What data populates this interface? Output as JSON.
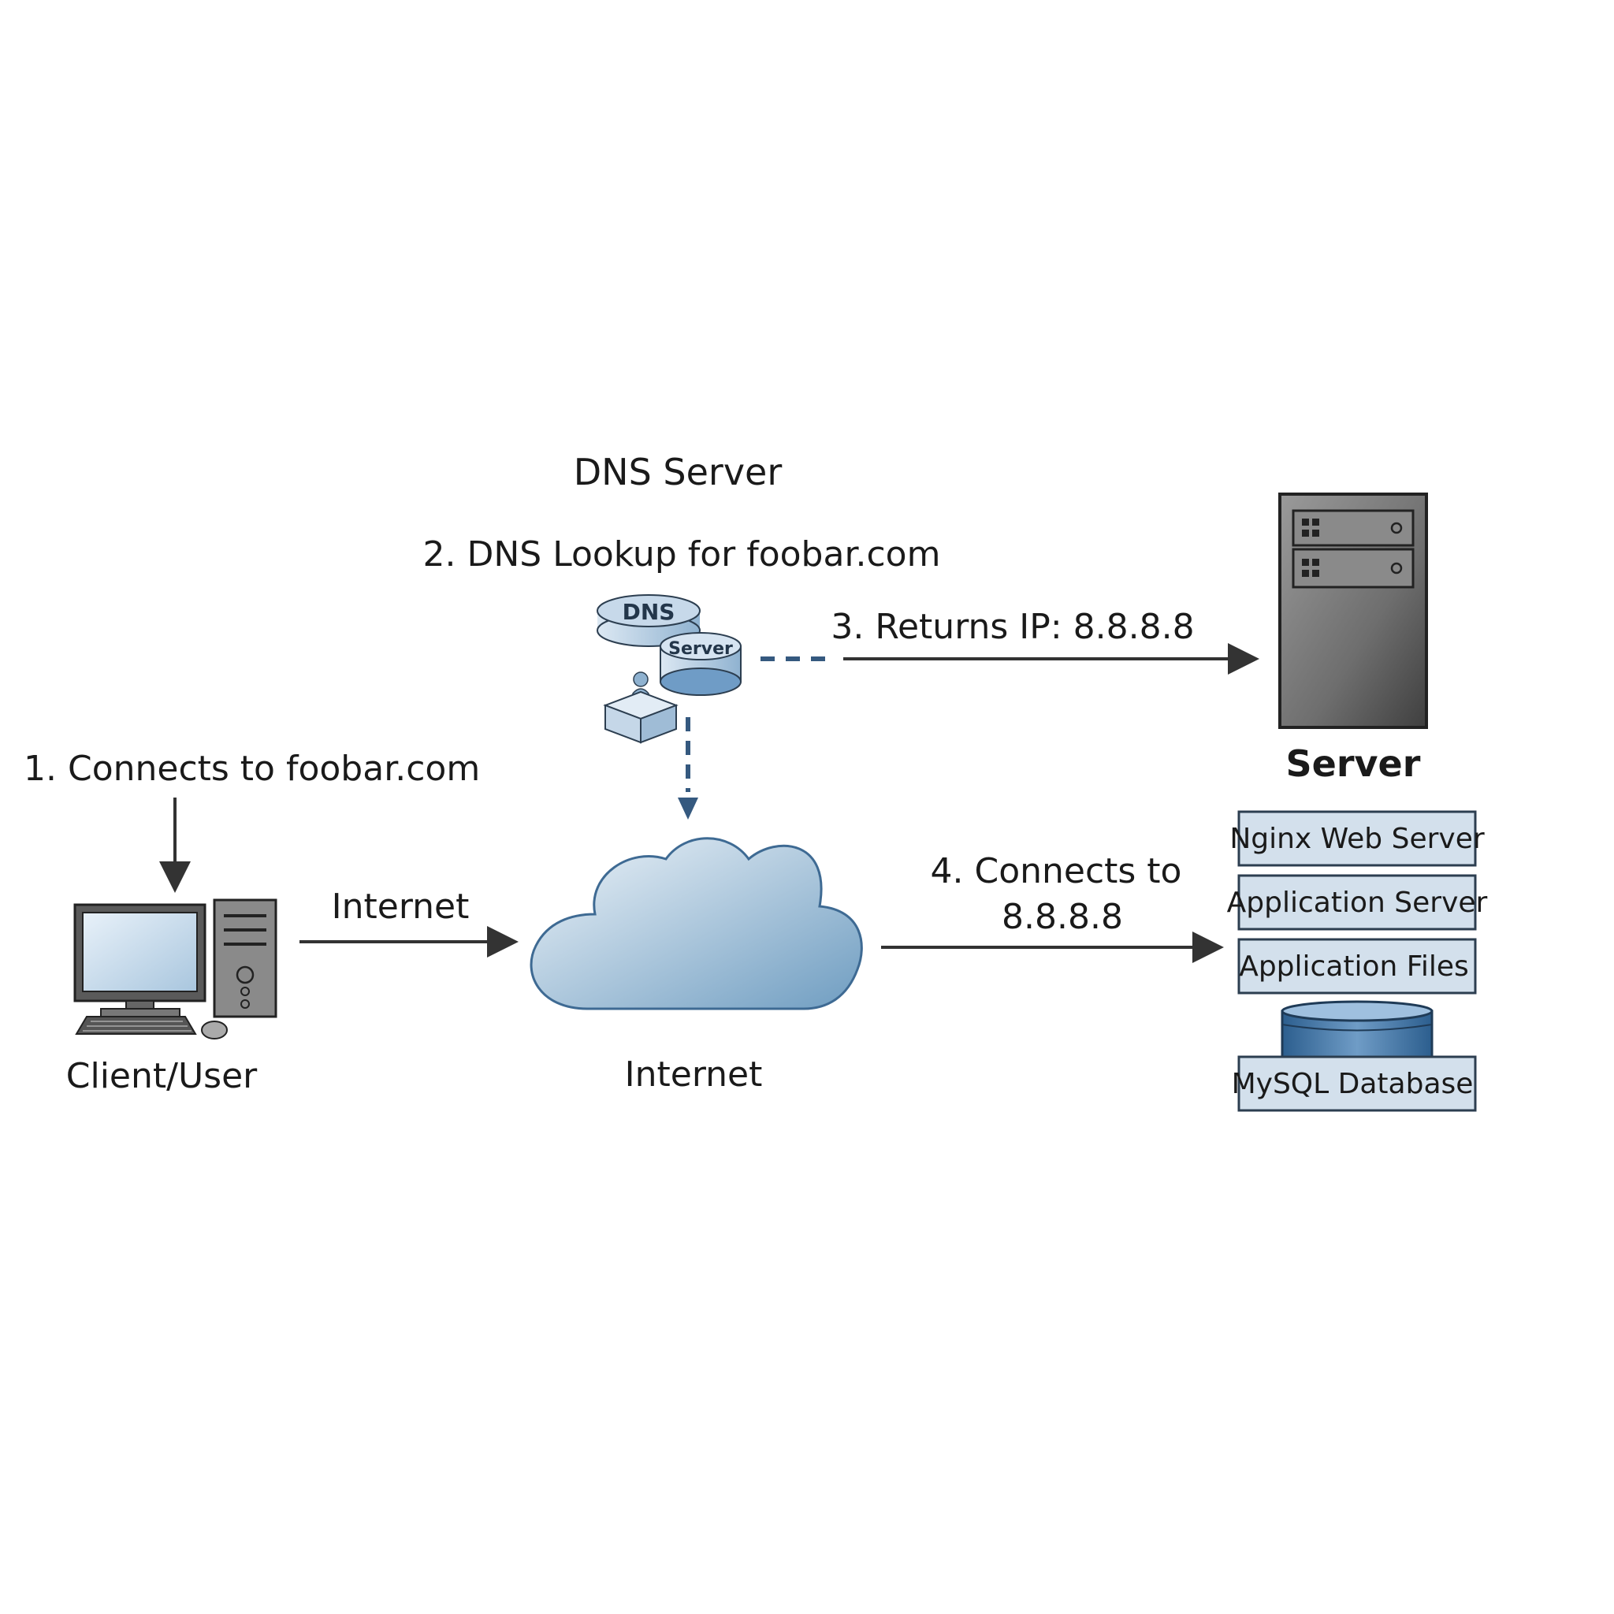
{
  "labels": {
    "dns_title": "DNS Server",
    "step2": "2. DNS Lookup for foobar.com",
    "step3": "3. Returns IP: 8.8.8.8",
    "step1": "1. Connects to foobar.com",
    "internet_link": "Internet",
    "step4_line1": "4. Connects to",
    "step4_line2": "8.8.8.8",
    "server_title": "Server",
    "client": "Client/User",
    "internet_cloud": "Internet"
  },
  "dns_icon": {
    "top_text": "DNS",
    "bottom_text": "Server"
  },
  "stack": [
    "Nginx Web Server",
    "Application Server",
    "Application Files",
    "MySQL Database"
  ],
  "colors": {
    "arrow": "#333333",
    "dashed": "#35597f",
    "cloud_light": "#e6eef6",
    "cloud_dark": "#7aa4c6",
    "box_fill": "#d3e0ec",
    "box_stroke": "#2c3e50",
    "db_blue": "#3b6f9e"
  }
}
